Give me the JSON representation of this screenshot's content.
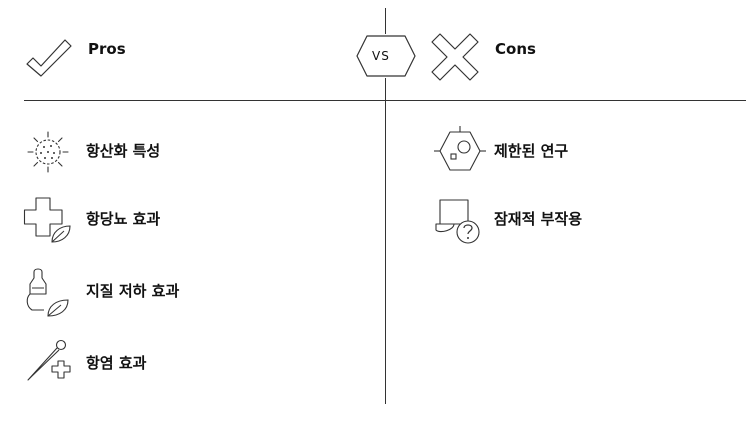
{
  "header": {
    "pros_label": "Pros",
    "cons_label": "Cons",
    "vs_label": "VS"
  },
  "pros": [
    {
      "label": "항산화 특성",
      "icon": "antioxidant-cell-icon"
    },
    {
      "label": "항당뇨 효과",
      "icon": "medical-cross-leaf-icon"
    },
    {
      "label": "지질 저하 효과",
      "icon": "lightbulb-leaf-icon"
    },
    {
      "label": "항염 효과",
      "icon": "needle-cross-icon"
    }
  ],
  "cons": [
    {
      "label": "제한된 연구",
      "icon": "hexagon-molecule-icon"
    },
    {
      "label": "잠재적 부작용",
      "icon": "laptop-question-icon"
    }
  ],
  "colors": {
    "line": "#333333",
    "text": "#111111",
    "background": "#ffffff"
  }
}
